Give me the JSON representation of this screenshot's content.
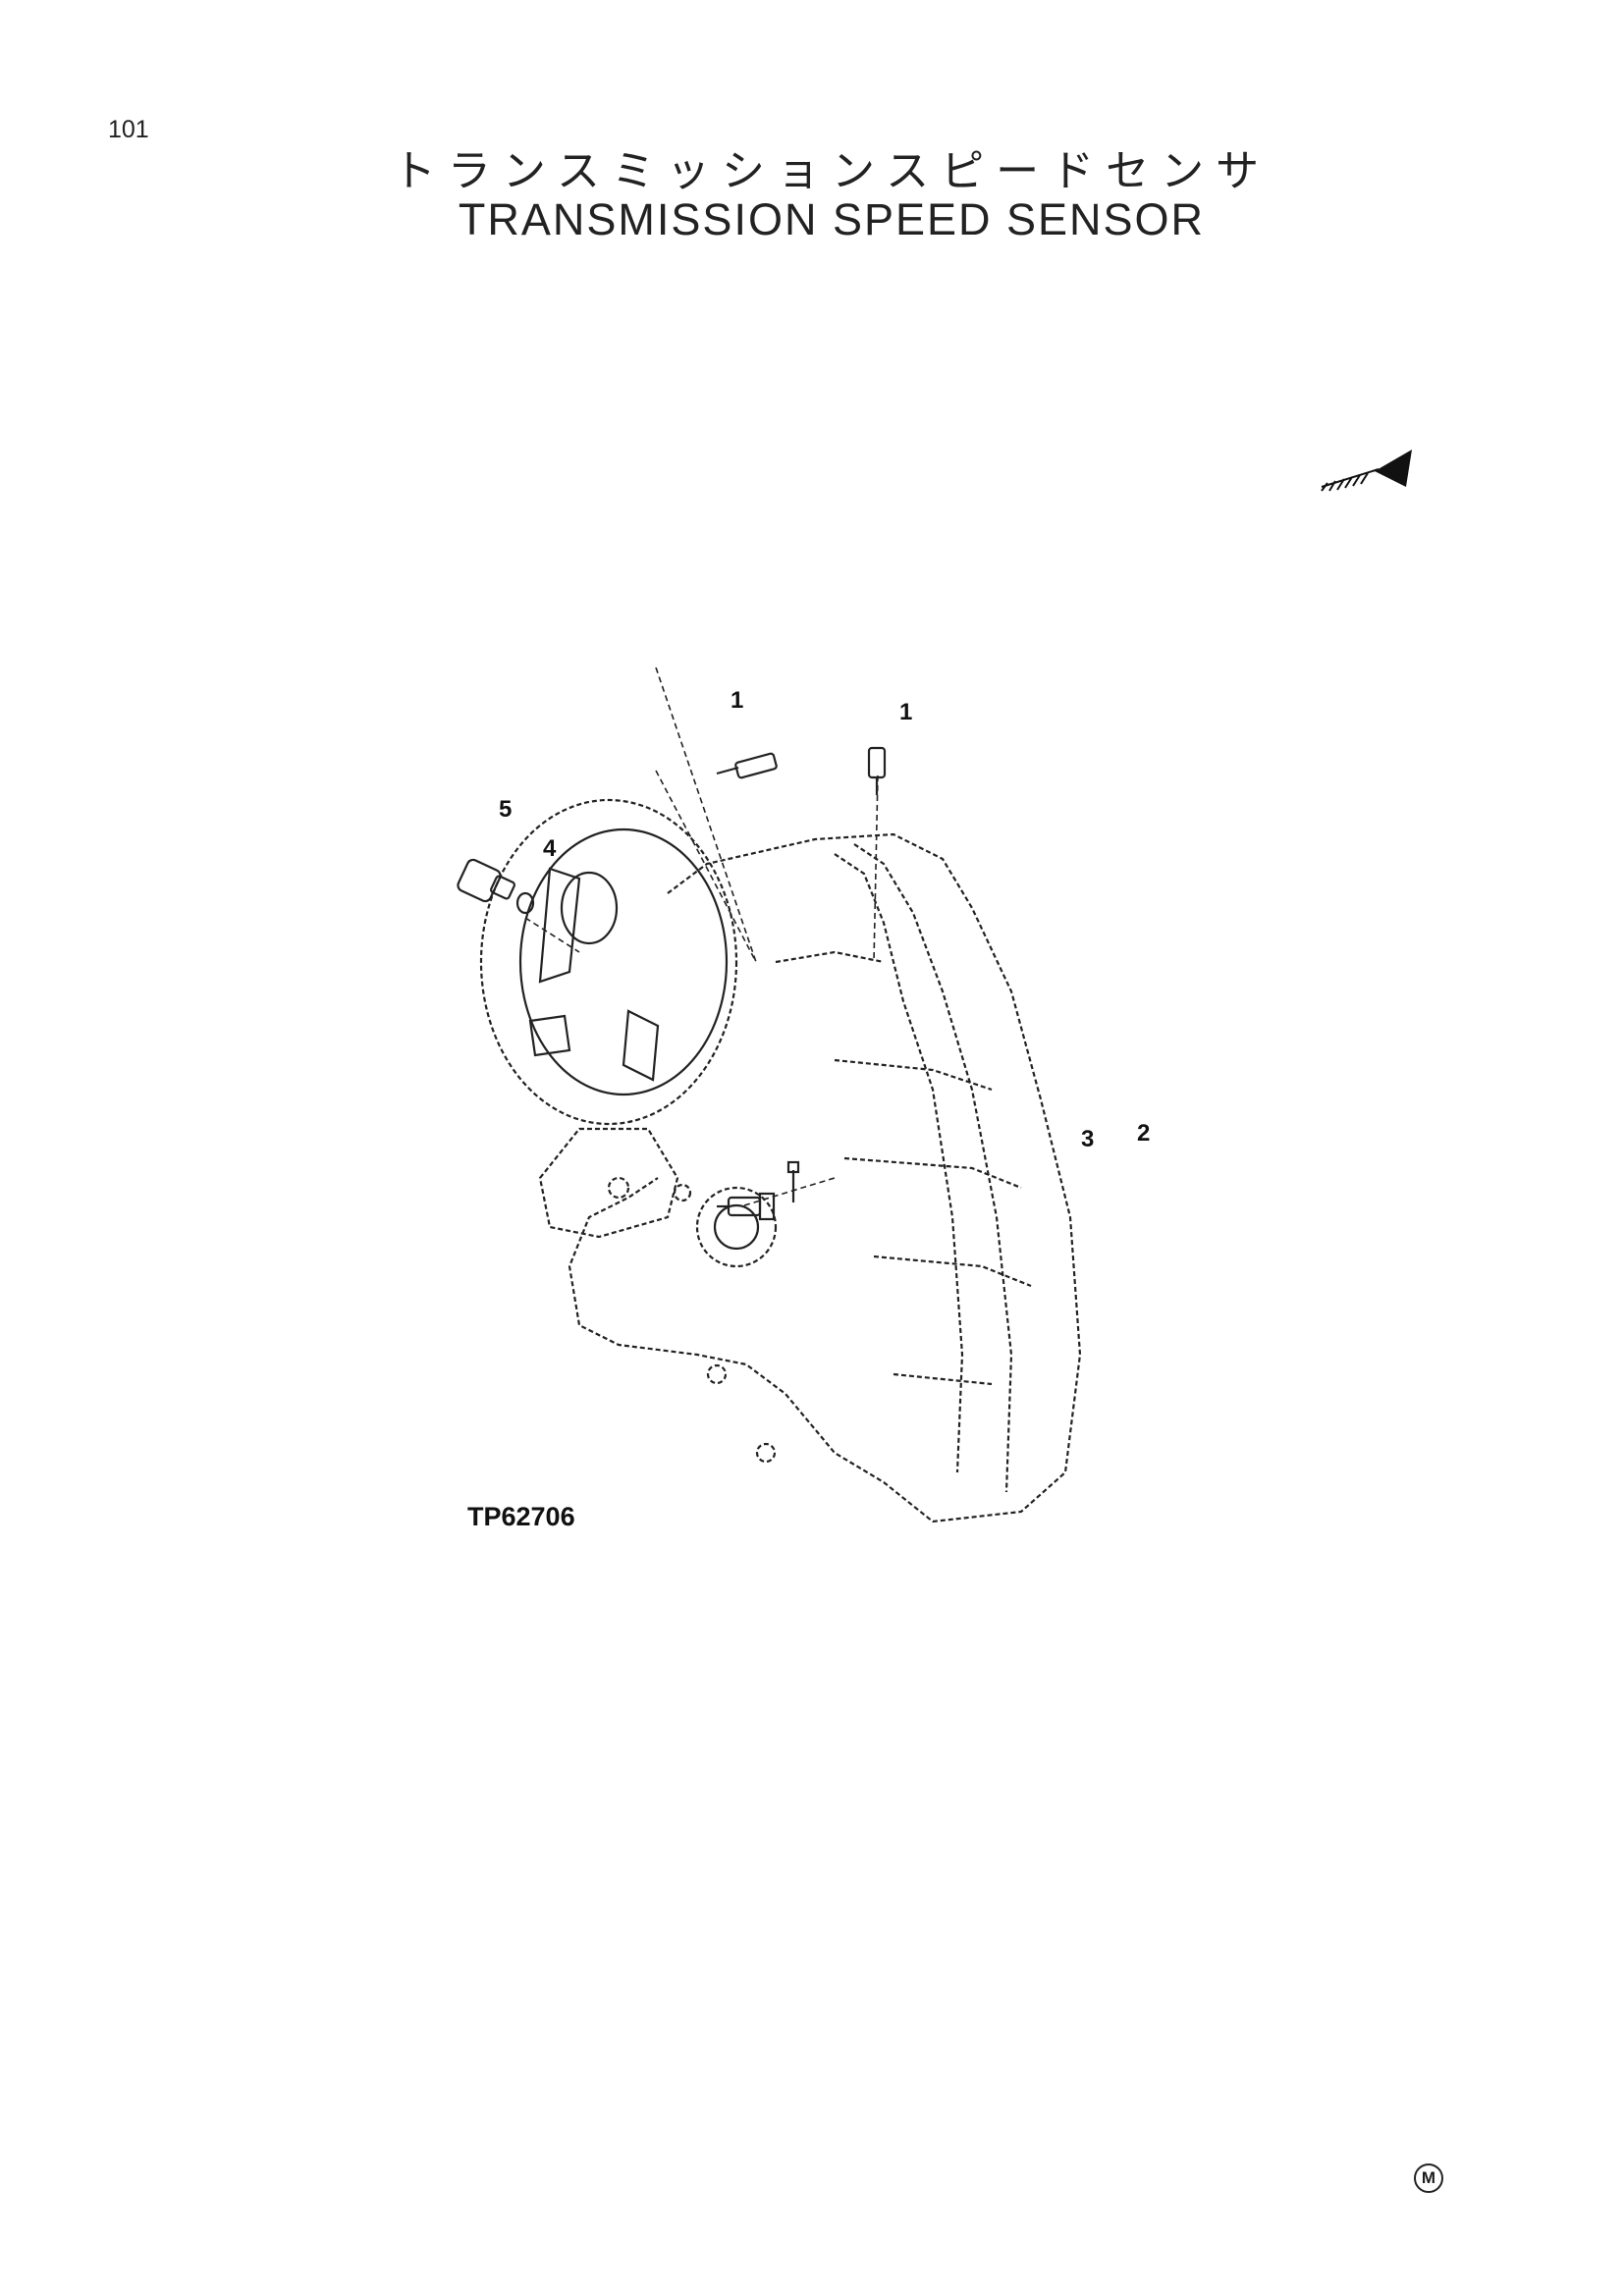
{
  "page": {
    "number": "101",
    "title_ja": "トランスミッションスピードセンサ",
    "title_en": "TRANSMISSION SPEED SENSOR"
  },
  "diagram": {
    "figure_code": "TP62706",
    "callouts": [
      "1",
      "1",
      "5",
      "4",
      "3",
      "2"
    ],
    "direction_icon": "forward-arrow-icon"
  },
  "footer": {
    "mark": "M"
  }
}
